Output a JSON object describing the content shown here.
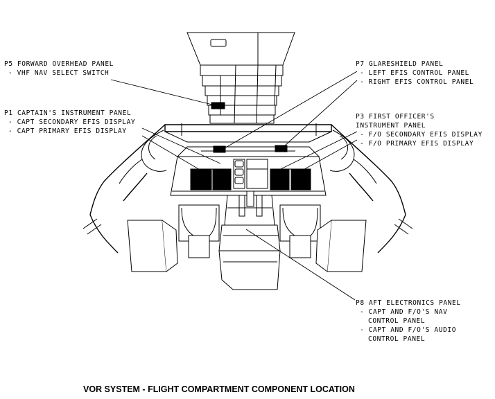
{
  "callouts": {
    "p5": {
      "title": "P5 FORWARD OVERHEAD PANEL",
      "items": [
        "- VHF NAV SELECT SWITCH"
      ]
    },
    "p1": {
      "title": "P1 CAPTAIN'S INSTRUMENT PANEL",
      "items": [
        "- CAPT SECONDARY EFIS DISPLAY",
        "- CAPT PRIMARY EFIS DISPLAY"
      ]
    },
    "p7": {
      "title": "P7 GLARESHIELD PANEL",
      "items": [
        "- LEFT EFIS CONTROL PANEL",
        "- RIGHT EFIS CONTROL PANEL"
      ]
    },
    "p3": {
      "title_lines": [
        "P3 FIRST OFFICER'S",
        "INSTRUMENT PANEL"
      ],
      "items": [
        "- F/O SECONDARY EFIS DISPLAY",
        "- F/O PRIMARY EFIS DISPLAY"
      ]
    },
    "p8": {
      "title": "P8 AFT ELECTRONICS PANEL",
      "items": [
        "- CAPT AND F/O'S NAV",
        "CONTROL PANEL",
        "- CAPT AND F/O'S AUDIO",
        "CONTROL PANEL"
      ]
    }
  },
  "caption": "VOR SYSTEM - FLIGHT COMPARTMENT COMPONENT LOCATION"
}
